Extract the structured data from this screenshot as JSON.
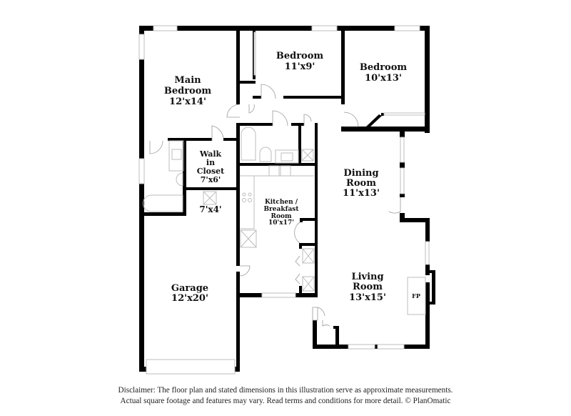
{
  "floorplan": {
    "rooms": [
      {
        "id": "main-bedroom",
        "name_lines": [
          "Main",
          "Bedroom"
        ],
        "dims": "12'x14'"
      },
      {
        "id": "bedroom-2",
        "name_lines": [
          "Bedroom"
        ],
        "dims": "11'x9'"
      },
      {
        "id": "bedroom-3",
        "name_lines": [
          "Bedroom"
        ],
        "dims": "10'x13'"
      },
      {
        "id": "walk-in-closet",
        "name_lines": [
          "Walk",
          "in",
          "Closet"
        ],
        "dims": "7'x6'"
      },
      {
        "id": "laundry",
        "name_lines": [],
        "dims": "7'x4'"
      },
      {
        "id": "kitchen",
        "name_lines": [
          "Kitchen /",
          "Breakfast",
          "Room"
        ],
        "dims": "10'x17'"
      },
      {
        "id": "dining-room",
        "name_lines": [
          "Dining",
          "Room"
        ],
        "dims": "11'x13'"
      },
      {
        "id": "living-room",
        "name_lines": [
          "Living",
          "Room"
        ],
        "dims": "13'x15'"
      },
      {
        "id": "garage",
        "name_lines": [
          "Garage"
        ],
        "dims": "12'x20'"
      }
    ],
    "fireplace_label": "FP",
    "colors": {
      "wall": "#000000",
      "fixture": "#bdbdbd",
      "background": "#ffffff"
    }
  },
  "disclaimer": {
    "line1": "Disclaimer: The floor plan and stated dimensions in this illustration serve as approximate measurements.",
    "line2": "Actual square footage and features may vary. Read terms and conditions for more detail. © PlanOmatic"
  }
}
